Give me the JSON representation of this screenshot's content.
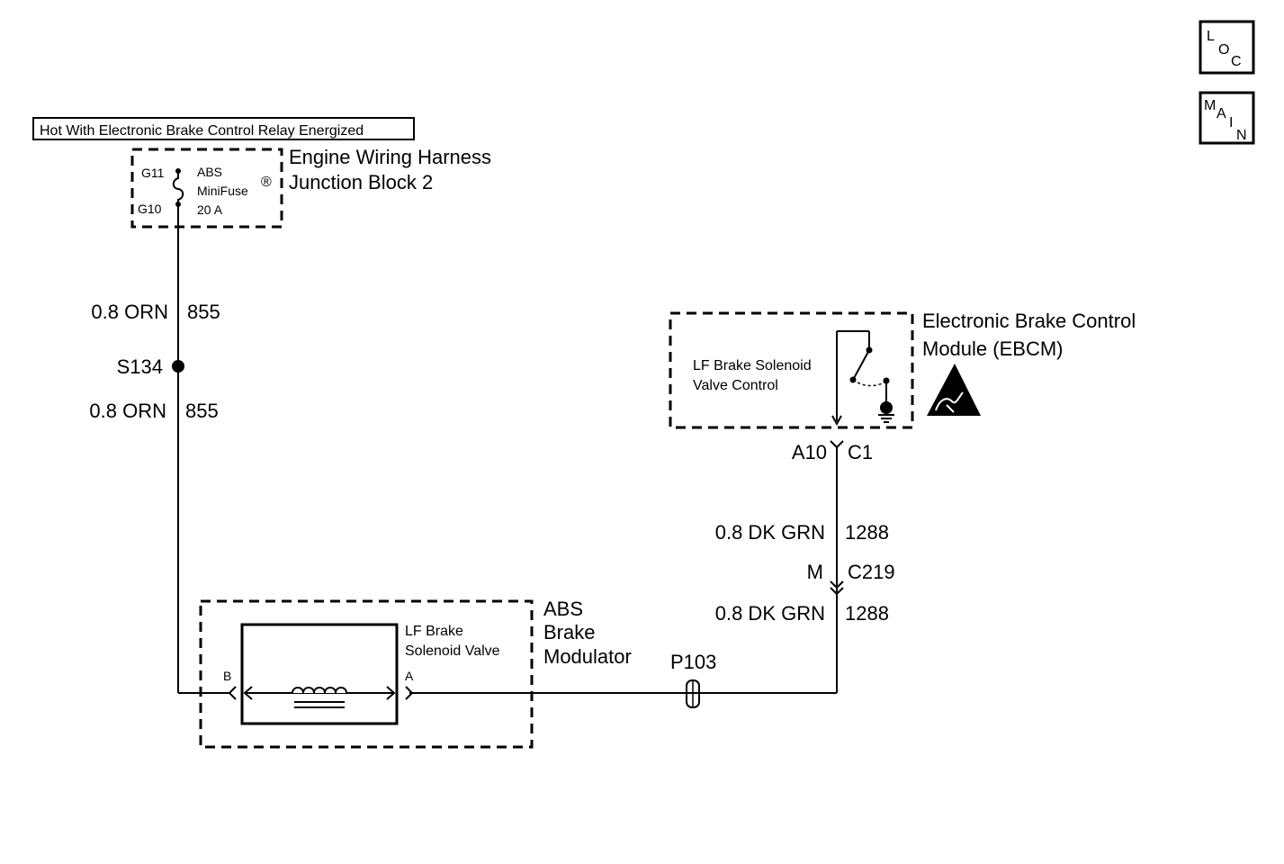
{
  "nav": {
    "loc": [
      "L",
      "O",
      "C"
    ],
    "main": [
      "M",
      "A",
      "I",
      "N"
    ]
  },
  "power_label": "Hot With Electronic Brake Control Relay Energized",
  "junction_block": {
    "title_line1": "Engine Wiring Harness",
    "title_line2": "Junction Block 2",
    "pin_top": "G11",
    "pin_bottom": "G10",
    "fuse_line1": "ABS",
    "fuse_line2": "MiniFuse",
    "fuse_mark": "®",
    "fuse_line3": "20 A"
  },
  "left_wire": {
    "upper_spec": "0.8 ORN",
    "upper_circuit": "855",
    "splice": "S134",
    "lower_spec": "0.8 ORN",
    "lower_circuit": "855"
  },
  "ebcm": {
    "title_line1": "Electronic Brake Control",
    "title_line2": "Module (EBCM)",
    "inner_line1": "LF Brake Solenoid",
    "inner_line2": "Valve Control",
    "pin": "A10",
    "connector": "C1",
    "esd_symbol": "esd-warning-icon"
  },
  "right_wire": {
    "upper_spec": "0.8 DK GRN",
    "upper_circuit": "1288",
    "inline_pin": "M",
    "inline_connector": "C219",
    "lower_spec": "0.8 DK GRN",
    "lower_circuit": "1288"
  },
  "modulator": {
    "title_line1": "ABS",
    "title_line2": "Brake",
    "title_line3": "Modulator",
    "valve_line1": "LF Brake",
    "valve_line2": "Solenoid Valve",
    "pin_b": "B",
    "pin_a": "A"
  },
  "pass_through": "P103"
}
